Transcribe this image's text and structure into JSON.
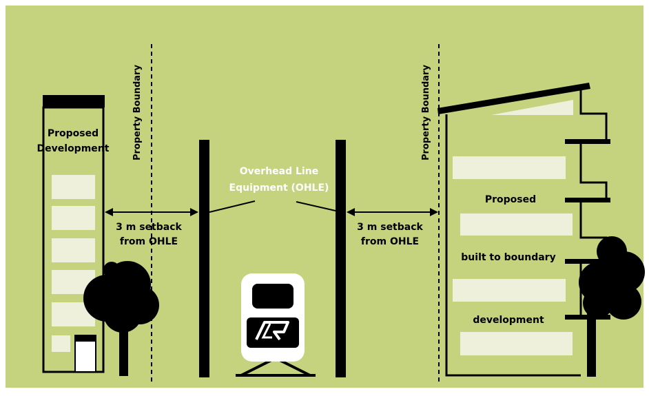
{
  "colors": {
    "background": "#c5d37f",
    "frame": "#ffffff",
    "ink": "#000000",
    "window_fill": "#eef0dc",
    "train_body": "#ffffff",
    "label_light": "#ffffff"
  },
  "labels": {
    "left_boundary": "Property Boundary",
    "right_boundary": "Property Boundary",
    "left_building": [
      "Proposed",
      "Development"
    ],
    "ohle": [
      "Overhead Line",
      "Equipment (OHLE)"
    ],
    "left_setback": [
      "3 m setback",
      "from OHLE"
    ],
    "right_setback": [
      "3 m setback",
      "from OHLE"
    ],
    "right_building_1": "Proposed",
    "right_building_2": "built to boundary",
    "right_building_3": "development"
  },
  "icons": {
    "tree_left": "tree-icon",
    "tree_right": "tree-icon",
    "train": "train-front-icon",
    "logo": "qr-logo-icon"
  }
}
